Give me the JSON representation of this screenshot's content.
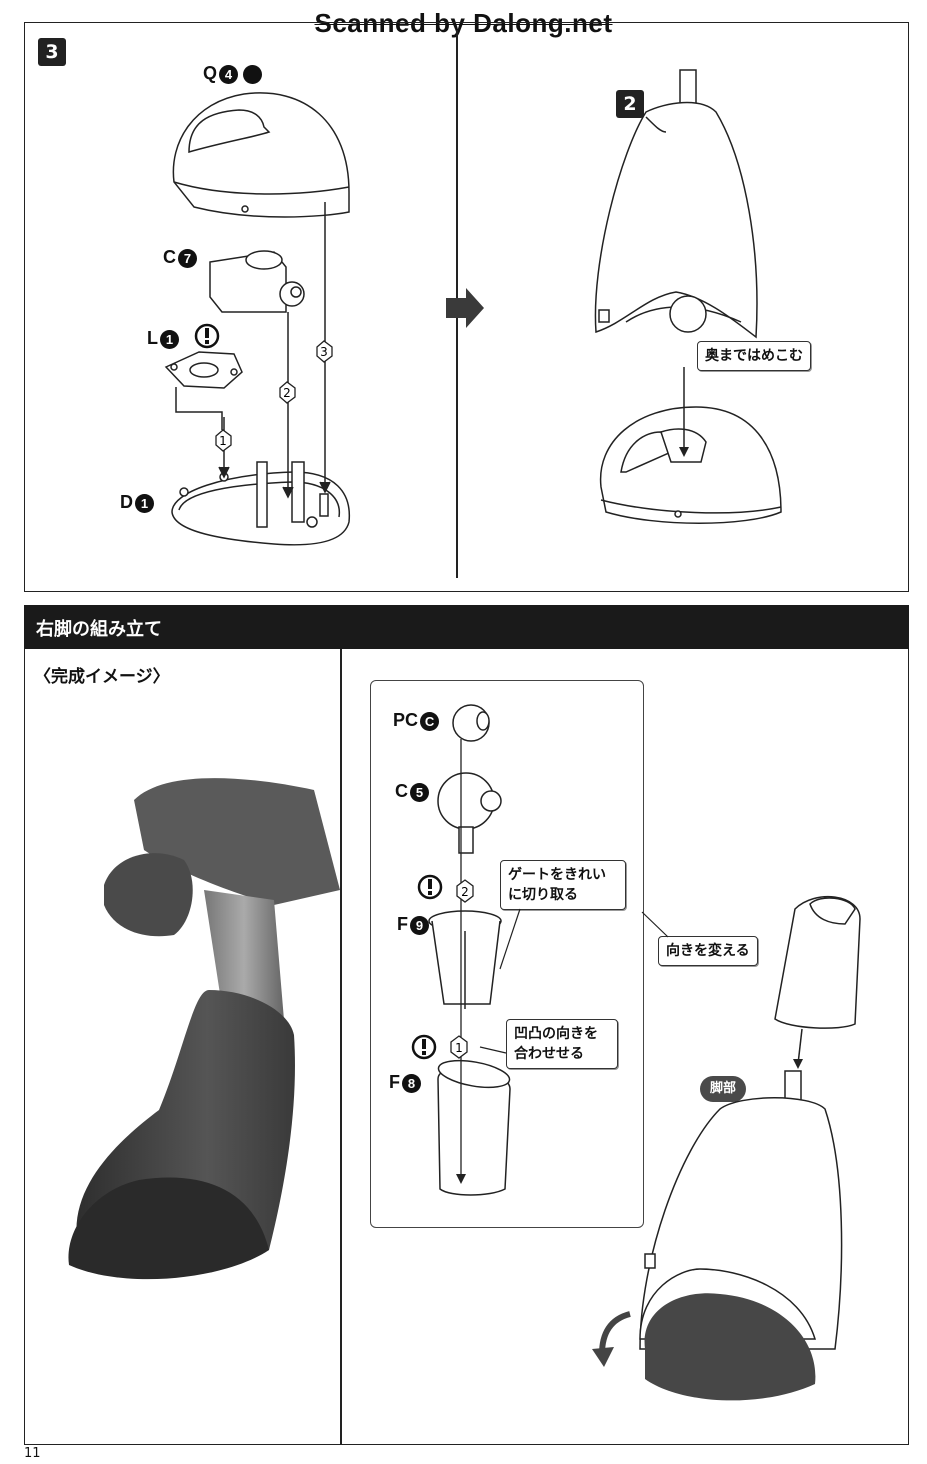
{
  "watermark": "Scanned by Dalong.net",
  "page_number": "11",
  "step3": {
    "number": "3",
    "parts": {
      "Q": {
        "letter": "Q",
        "num": "4"
      },
      "C": {
        "letter": "C",
        "num": "7"
      },
      "L": {
        "letter": "L",
        "num": "1"
      },
      "D": {
        "letter": "D",
        "num": "1"
      }
    },
    "order_marks": [
      "1",
      "2",
      "3"
    ],
    "substep": {
      "number": "2",
      "callout": "奥まではめこむ"
    }
  },
  "right_leg": {
    "section_title": "右脚の組み立て",
    "complete_image_label": "〈完成イメージ〉",
    "parts": {
      "PC": {
        "letter": "PC",
        "num": "C"
      },
      "C": {
        "letter": "C",
        "num": "5"
      },
      "F9": {
        "letter": "F",
        "num": "9"
      },
      "F8": {
        "letter": "F",
        "num": "8"
      }
    },
    "order_marks": [
      "2",
      "1"
    ],
    "callouts": {
      "gate": "ゲートをきれいに切り取る",
      "gate_line1": "ゲートをきれい",
      "gate_line2": "に切り取る",
      "align_line1": "凹凸の向きを",
      "align_line2": "合わせせる",
      "change_direction": "向きを変える"
    },
    "leg_label": "脚部"
  },
  "colors": {
    "ink": "#111111",
    "header": "#1a1a1a",
    "gray": "#4a4a4a"
  }
}
